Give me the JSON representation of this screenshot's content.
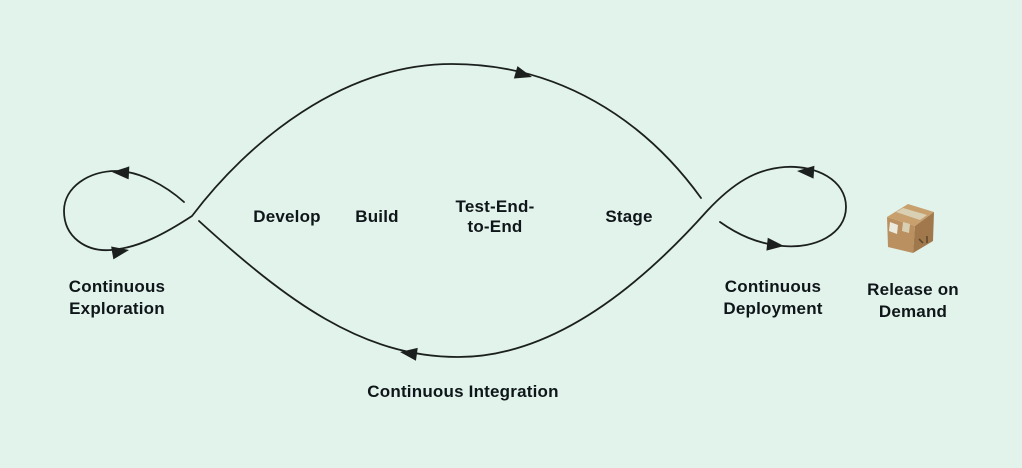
{
  "colors": {
    "background": "#e2f3eb",
    "line": "#1b201e",
    "text": "#0f1619",
    "box_top": "#c8a06e",
    "box_front": "#bb9060",
    "box_side": "#a1784c",
    "box_tape": "#d9d0b4",
    "box_label": "#ece9df",
    "box_marks": "#5f492d"
  },
  "icons": {
    "package": "package-icon"
  },
  "diagram": {
    "loop_labels": {
      "continuous_exploration": "Continuous\nExploration",
      "continuous_deployment": "Continuous\nDeployment",
      "continuous_integration": "Continuous Integration"
    },
    "steps": [
      {
        "label": "Develop"
      },
      {
        "label": "Build"
      },
      {
        "label": "Test-End-\nto-End"
      },
      {
        "label": "Stage"
      }
    ],
    "release_label": "Release on\nDemand"
  }
}
